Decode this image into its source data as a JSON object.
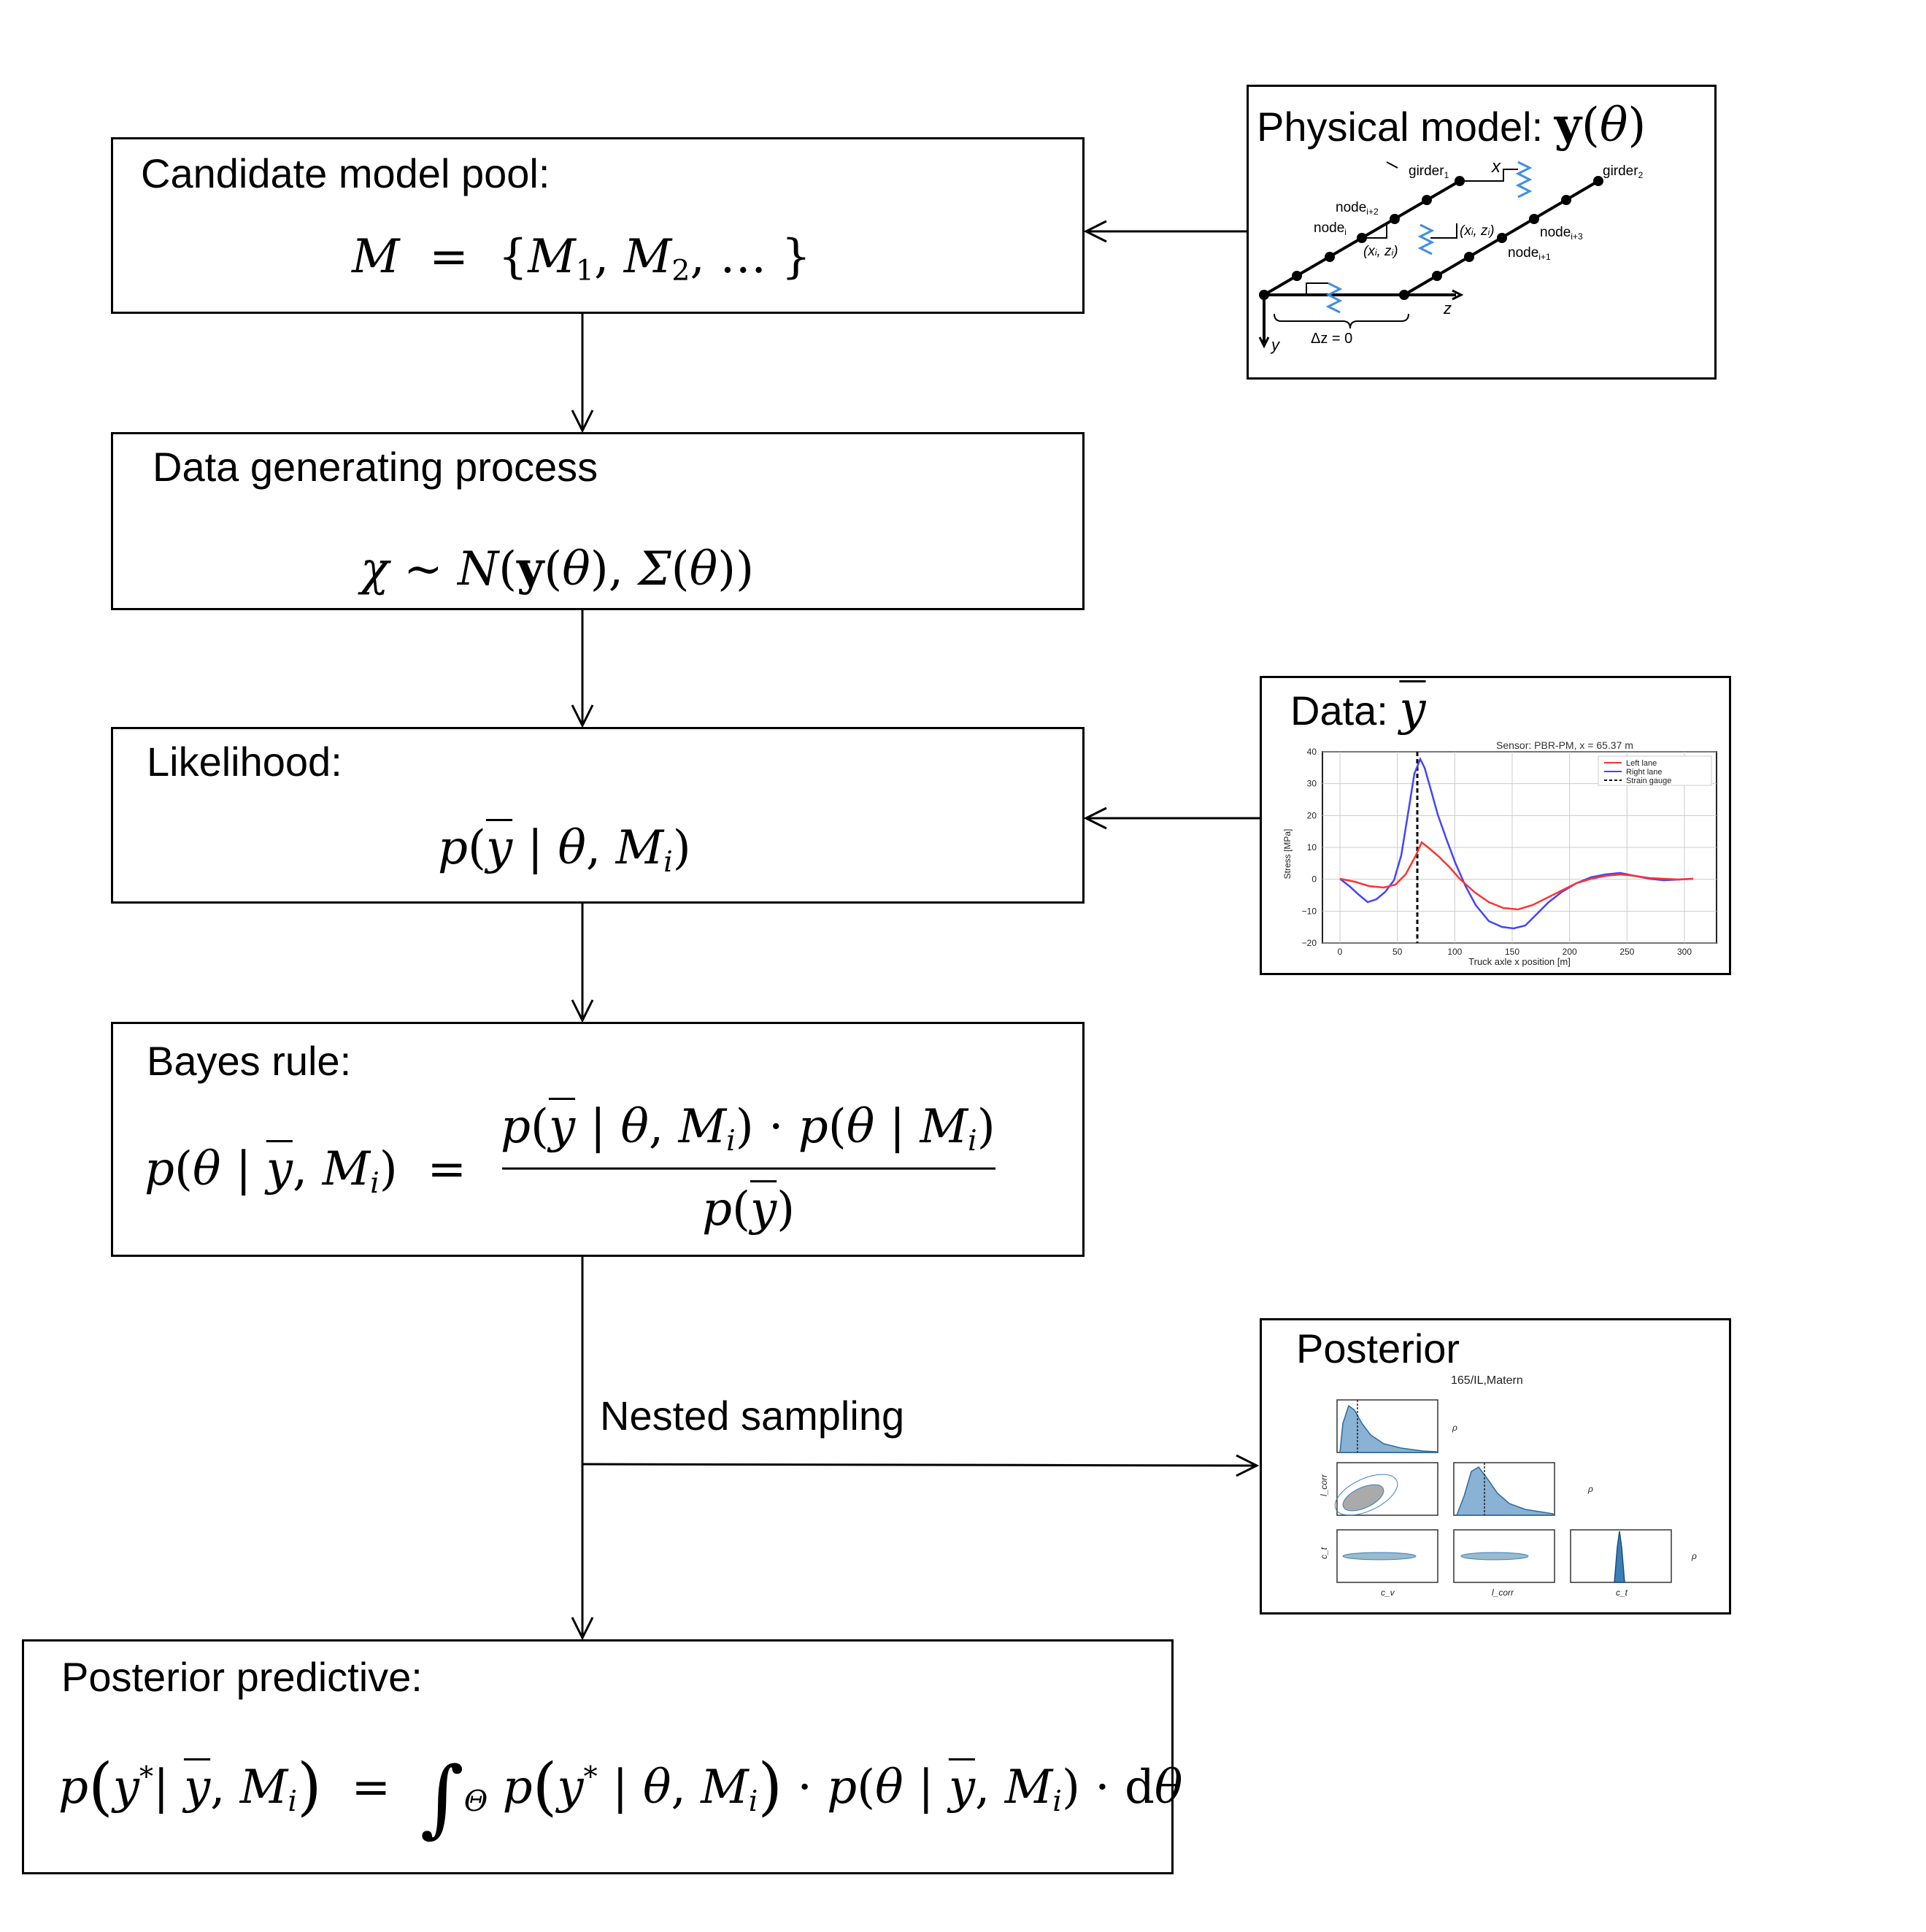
{
  "boxes": {
    "candidate": {
      "title": "Candidate model pool:"
    },
    "dgp": {
      "title": "Data generating process"
    },
    "likelihood": {
      "title": "Likelihood:"
    },
    "bayes": {
      "title": "Bayes rule:"
    },
    "predictive": {
      "title": "Posterior predictive:"
    },
    "physical": {
      "title": "Physical model:"
    },
    "data": {
      "title": "Data:"
    },
    "posterior": {
      "title": "Posterior"
    }
  },
  "edge_labels": {
    "nested_sampling": "Nested sampling"
  },
  "physical_inset": {
    "girder1": "girder",
    "girder1_sub": "1",
    "girder2": "girder",
    "girder2_sub": "2",
    "node_i2": "node",
    "node_i2_sub": "i+2",
    "node_i": "node",
    "node_i_sub": "i",
    "node_i3": "node",
    "node_i3_sub": "i+3",
    "node_i1": "node",
    "node_i1_sub": "i+1",
    "xi_zi_1": "(x",
    "xi_zi_2": "(x",
    "axis_x": "x",
    "axis_z": "z",
    "axis_y": "y",
    "delta_z": "Δz = 0"
  },
  "data_inset": {
    "title": "Sensor: PBR-PM, x = 65.37 m",
    "ylabel": "Stress [MPa]",
    "xlabel": "Truck axle x position [m]",
    "legend": [
      "Left lane",
      "Right lane",
      "Strain gauge"
    ],
    "colors": {
      "left": "#ff3333",
      "right": "#4444ff",
      "gauge": "#000000"
    },
    "yticks": [
      "40",
      "30",
      "20",
      "10",
      "0",
      "−10",
      "−20"
    ],
    "xticks": [
      "0",
      "50",
      "100",
      "150",
      "200",
      "250",
      "300"
    ]
  },
  "posterior_inset": {
    "title": "165/IL,Matern",
    "col_labels": [
      "c_v",
      "l_corr",
      "c_t"
    ],
    "row_labels": [
      "l_corr",
      "c_t"
    ],
    "side_label": "ρ",
    "color": "#3a7fb8"
  }
}
